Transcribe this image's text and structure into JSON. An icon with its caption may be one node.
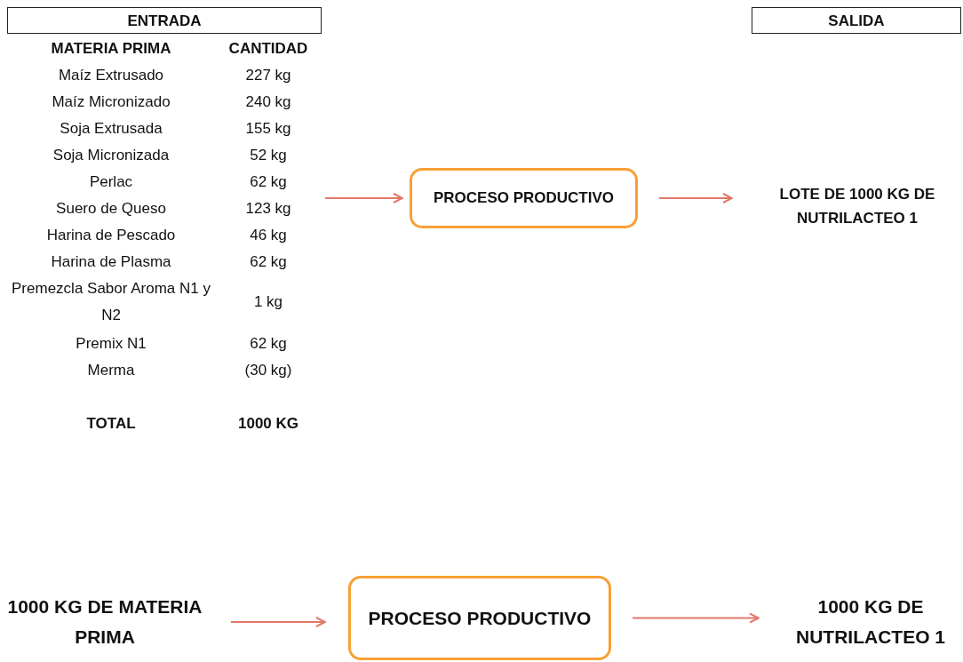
{
  "diagram": {
    "nodes": [
      {
        "text": [
          "ENTRADA"
        ]
      },
      {
        "text": [
          "SALIDA"
        ]
      },
      {
        "text": [
          "PROCESO PRODUCTIVO"
        ]
      },
      {
        "text": [
          "LOTE DE 1000 KG DE NUTRILACTEO 1"
        ]
      },
      {
        "text": [
          "1000 KG DE MATERIA PRIMA"
        ]
      },
      {
        "text": [
          "PROCESO PRODUCTIVO"
        ]
      },
      {
        "text": [
          "1000 KG DE NUTRILACTEO 1"
        ]
      }
    ],
    "edges": [
      {
        "from": null,
        "to": 2,
        "arrow": "to"
      },
      {
        "from": 2,
        "to": 3,
        "arrow": "to"
      },
      {
        "from": 4,
        "to": 5,
        "arrow": "to"
      },
      {
        "from": 5,
        "to": 6,
        "arrow": "to"
      }
    ],
    "labels": [
      "MATERIA PRIMA",
      "CANTIDAD",
      "Maíz Extrusado",
      "227 kg",
      "Maíz Micronizado",
      "240 kg",
      "Soja Extrusada",
      "155 kg",
      "Soja Micronizada",
      "52 kg",
      "Perlac",
      "62 kg",
      "Suero de Queso",
      "123 kg",
      "Harina de Pescado",
      "46 kg",
      "Harina de Plasma",
      "62 kg",
      "Premezcla Sabor Aroma N1 y N2",
      "1 kg",
      "Premix N1",
      "62 kg",
      "Merma",
      "(30 kg)",
      "TOTAL",
      "1000 KG"
    ]
  }
}
